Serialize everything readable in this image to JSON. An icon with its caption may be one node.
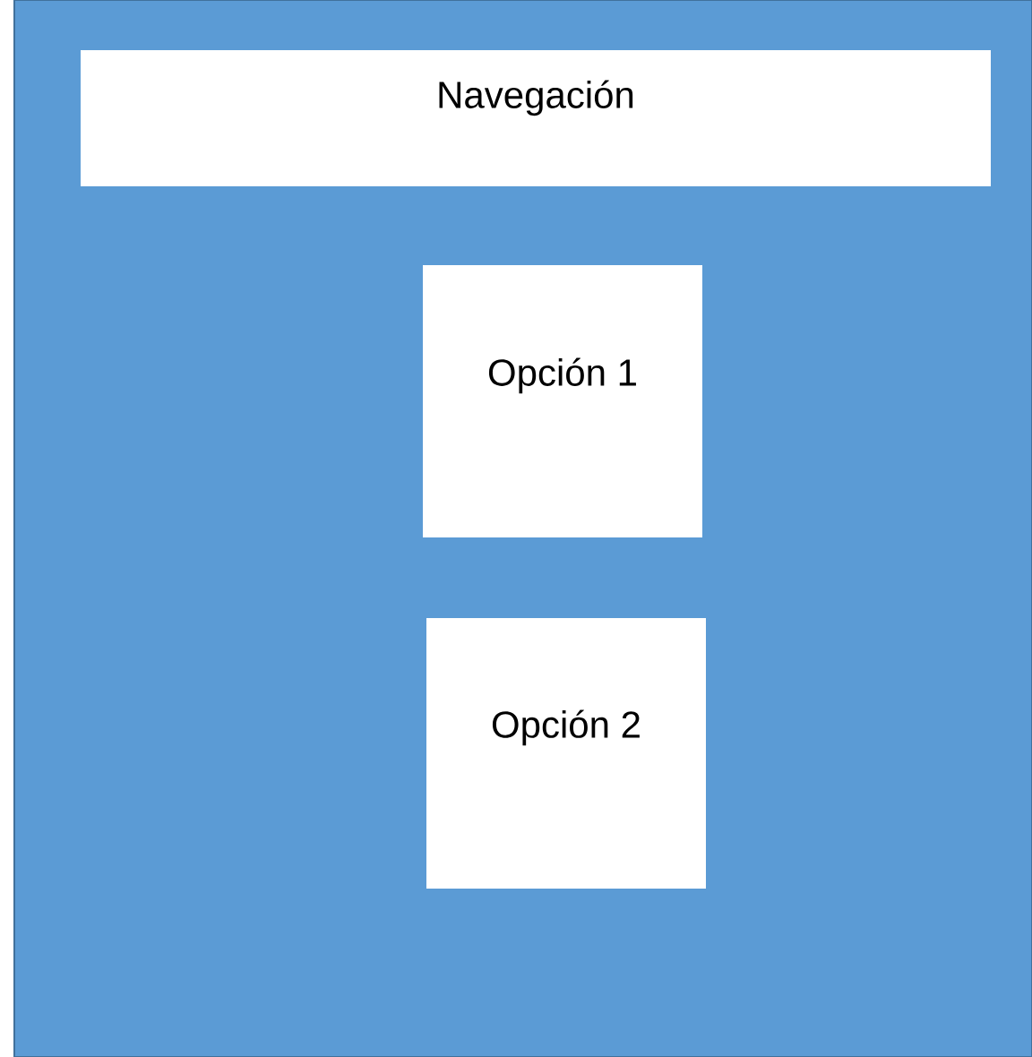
{
  "diagram": {
    "nodes": [
      {
        "text": [],
        "shape": "box"
      },
      {
        "text": [
          "Navegación"
        ],
        "in": 0
      },
      {
        "text": [
          "Opción 1"
        ],
        "in": 0
      },
      {
        "text": [
          "Opción 2"
        ],
        "in": 0
      }
    ]
  }
}
